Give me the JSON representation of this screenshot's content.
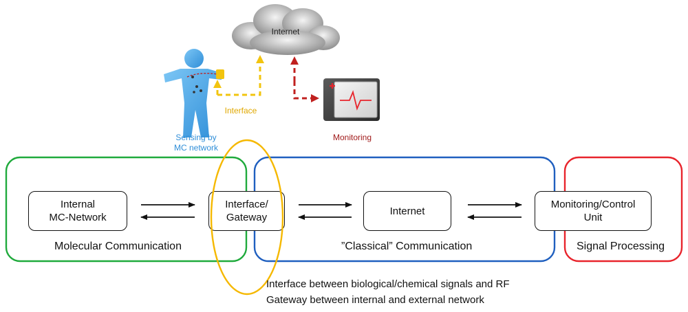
{
  "top": {
    "cloud_label": "Internet",
    "person_label": "Sensing by\nMC network",
    "interface_label": "Interface",
    "monitor_label": "Monitoring"
  },
  "regions": {
    "molecular": "Molecular Communication",
    "classical": "”Classical” Communication",
    "signal": "Signal Processing"
  },
  "boxes": {
    "internal": "Internal\nMC-Network",
    "gateway": "Interface/\nGateway",
    "internet": "Internet",
    "monitoring": "Monitoring/Control\nUnit"
  },
  "notes": {
    "line1": "Interface between biological/chemical signals and RF",
    "line2": "Gateway between internal and external network"
  },
  "colors": {
    "molecular": "#1faa3c",
    "classical": "#1f5fbf",
    "signal": "#e8242c",
    "gateway_ellipse": "#f5b800",
    "person": "#4aa8e8",
    "interface_arrow": "#f2c40f",
    "monitor_arrow": "#c0201f"
  }
}
